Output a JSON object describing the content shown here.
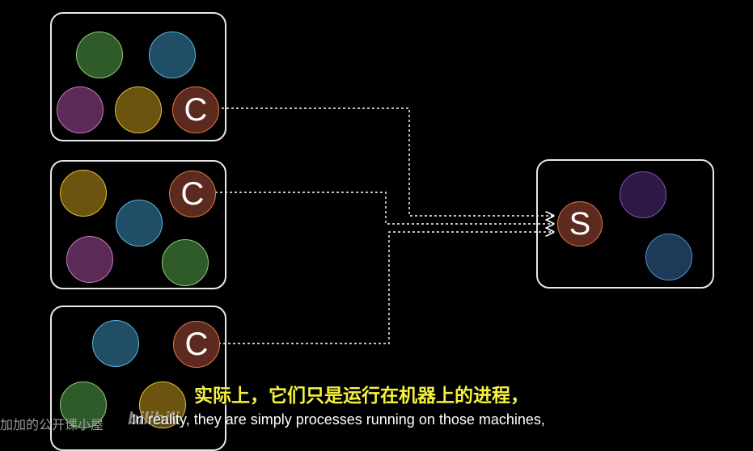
{
  "client_label": "C",
  "server_label": "S",
  "subtitle_zh": "实际上，它们只是运行在机器上的进程，",
  "subtitle_en": "In reality, they are simply processes running on those machines,",
  "watermark": "加加的公开课小屋",
  "logo": "bilibili",
  "colors": {
    "background": "#000000",
    "box_border": "#e8e8e8",
    "link": "#ffffff",
    "green": {
      "fill": "#2f5a2a",
      "stroke": "#8fd06b"
    },
    "blue": {
      "fill": "#1f4e66",
      "stroke": "#5fb6e0"
    },
    "purple": {
      "fill": "#5c2a56",
      "stroke": "#c779c0"
    },
    "gold": {
      "fill": "#6b5410",
      "stroke": "#e8bd3a"
    },
    "client": {
      "fill": "#5c2a1e",
      "stroke": "#e0774a"
    },
    "dark_purple": {
      "fill": "#2e1845",
      "stroke": "#8a4fc2"
    },
    "navy": {
      "fill": "#1e3a58",
      "stroke": "#4d93d2"
    },
    "subtitle_zh": "#f6f23c",
    "subtitle_en": "#ffffff"
  }
}
